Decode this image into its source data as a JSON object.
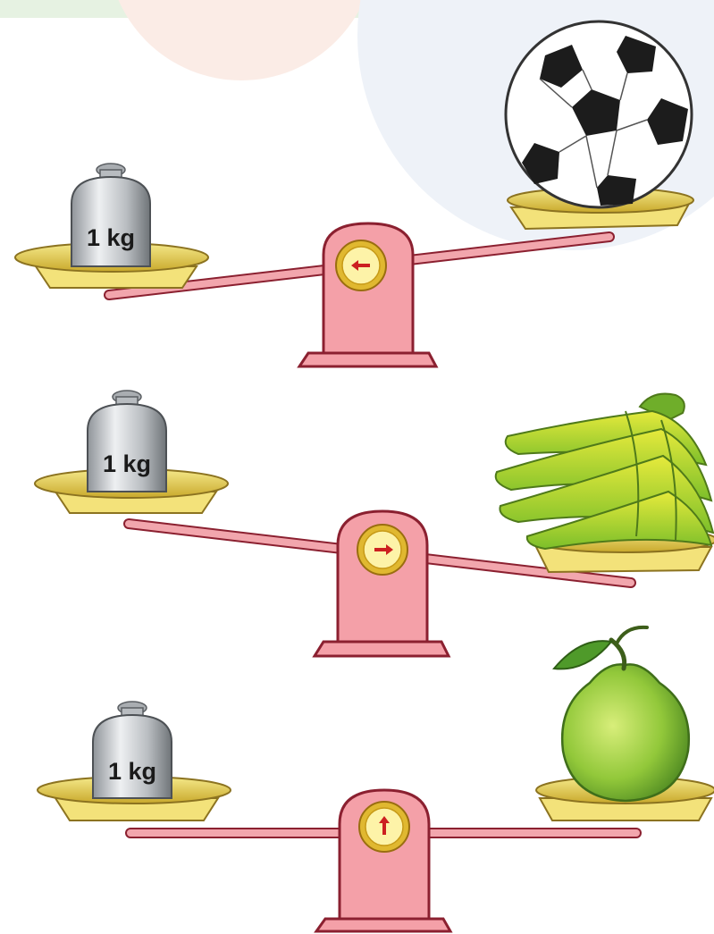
{
  "colors": {
    "top_strip": "#e6f2e2",
    "bg_circle_pink": "#fbece6",
    "bg_circle_blue": "#eef2f8",
    "scale_body": "#f4a0a8",
    "scale_outline": "#8b2030",
    "beam": "#f2a6ad",
    "pan_gold": "#d9c24a",
    "pan_rim": "#f3e27a",
    "dial_face": "#fdf3a8",
    "dial_ring": "#e0b830",
    "pointer": "#cc2020",
    "weight_grey": "#c2c5c8"
  },
  "scales": [
    {
      "name": "scale-ball",
      "weight_label": "1 kg",
      "object_icon": "soccer-ball-icon",
      "pointer_direction": "left"
    },
    {
      "name": "scale-bananas",
      "weight_label": "1 kg",
      "object_icon": "banana-bunch-icon",
      "pointer_direction": "right"
    },
    {
      "name": "scale-pomelo",
      "weight_label": "1 kg",
      "object_icon": "pomelo-icon",
      "pointer_direction": "up"
    }
  ]
}
